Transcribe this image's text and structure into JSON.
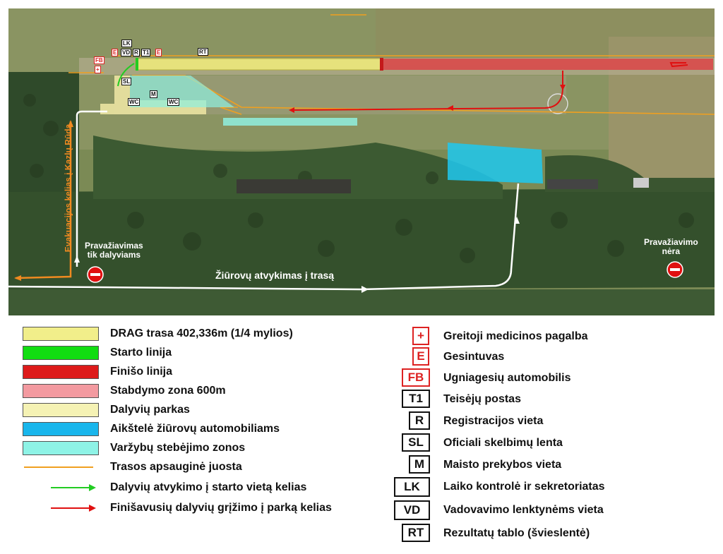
{
  "map": {
    "labels": {
      "evacuation_road": "Evakuacijos kelias į Kazlų Rūdą",
      "entry_participants": "Pravažiavimas\ntik dalyviams",
      "no_entry": "Pravažiavimo\nnėra",
      "spectator_road": "Žiūrovų atvykimas į trasą"
    },
    "badges": [
      "LK",
      "VD",
      "R",
      "T1",
      "E",
      "FB",
      "E",
      "+",
      "RT",
      "SL",
      "M",
      "WC",
      "WC"
    ],
    "colors": {
      "drag_track": "#e3e07a",
      "start_line": "#22cc22",
      "finish_line": "#d61e1e",
      "braking_zone": "#d94040",
      "participants_park": "#e8e2a0",
      "spectator_parking": "#1ec8f0",
      "spectator_zone": "#8ff0e0",
      "safety_strip": "#f0a020",
      "participant_route": "#22cc22",
      "return_route": "#e01010",
      "spectator_route": "#ffffff",
      "evac_route": "#f08a20"
    }
  },
  "legend_left": [
    {
      "swatch": "#f1ee8a",
      "kind": "box",
      "label": "DRAG trasa 402,336m (1/4 mylios)"
    },
    {
      "swatch": "#11dd11",
      "kind": "box",
      "label": "Starto linija"
    },
    {
      "swatch": "#dd1a1a",
      "kind": "box",
      "label": "Finišo linija"
    },
    {
      "swatch": "#f39aa0",
      "kind": "box",
      "label": "Stabdymo zona 600m"
    },
    {
      "swatch": "#f5f2b4",
      "kind": "box",
      "label": "Dalyvių parkas"
    },
    {
      "swatch": "#19b6ec",
      "kind": "box",
      "label": "Aikštelė žiūrovų automobiliams"
    },
    {
      "swatch": "#8ef3e6",
      "kind": "box",
      "label": "Varžybų stebėjimo zonos"
    },
    {
      "swatch": "#f0a020",
      "kind": "line",
      "label": "Trasos apsauginė juosta"
    },
    {
      "swatch": "#22cc22",
      "kind": "arrow",
      "label": "Dalyvių atvykimo į starto vietą kelias"
    },
    {
      "swatch": "#e01010",
      "kind": "arrow",
      "label": "Finišavusių dalyvių grįžimo į parką kelias"
    }
  ],
  "legend_right": [
    {
      "code": "+",
      "red": true,
      "label": "Greitoji medicinos pagalba"
    },
    {
      "code": "E",
      "red": true,
      "label": "Gesintuvas"
    },
    {
      "code": "FB",
      "red": true,
      "label": "Ugniagesių automobilis"
    },
    {
      "code": "T1",
      "red": false,
      "label": "Teisėjų postas"
    },
    {
      "code": "R",
      "red": false,
      "label": "Registracijos vieta"
    },
    {
      "code": "SL",
      "red": false,
      "label": "Oficiali skelbimų lenta"
    },
    {
      "code": "M",
      "red": false,
      "label": "Maisto prekybos vieta"
    },
    {
      "code": "LK",
      "red": false,
      "label": "Laiko kontrolė ir sekretoriatas"
    },
    {
      "code": "VD",
      "red": false,
      "label": "Vadovavimo lenktynėms vieta"
    },
    {
      "code": "RT",
      "red": false,
      "label": "Rezultatų tablo (švieslentė)"
    }
  ]
}
